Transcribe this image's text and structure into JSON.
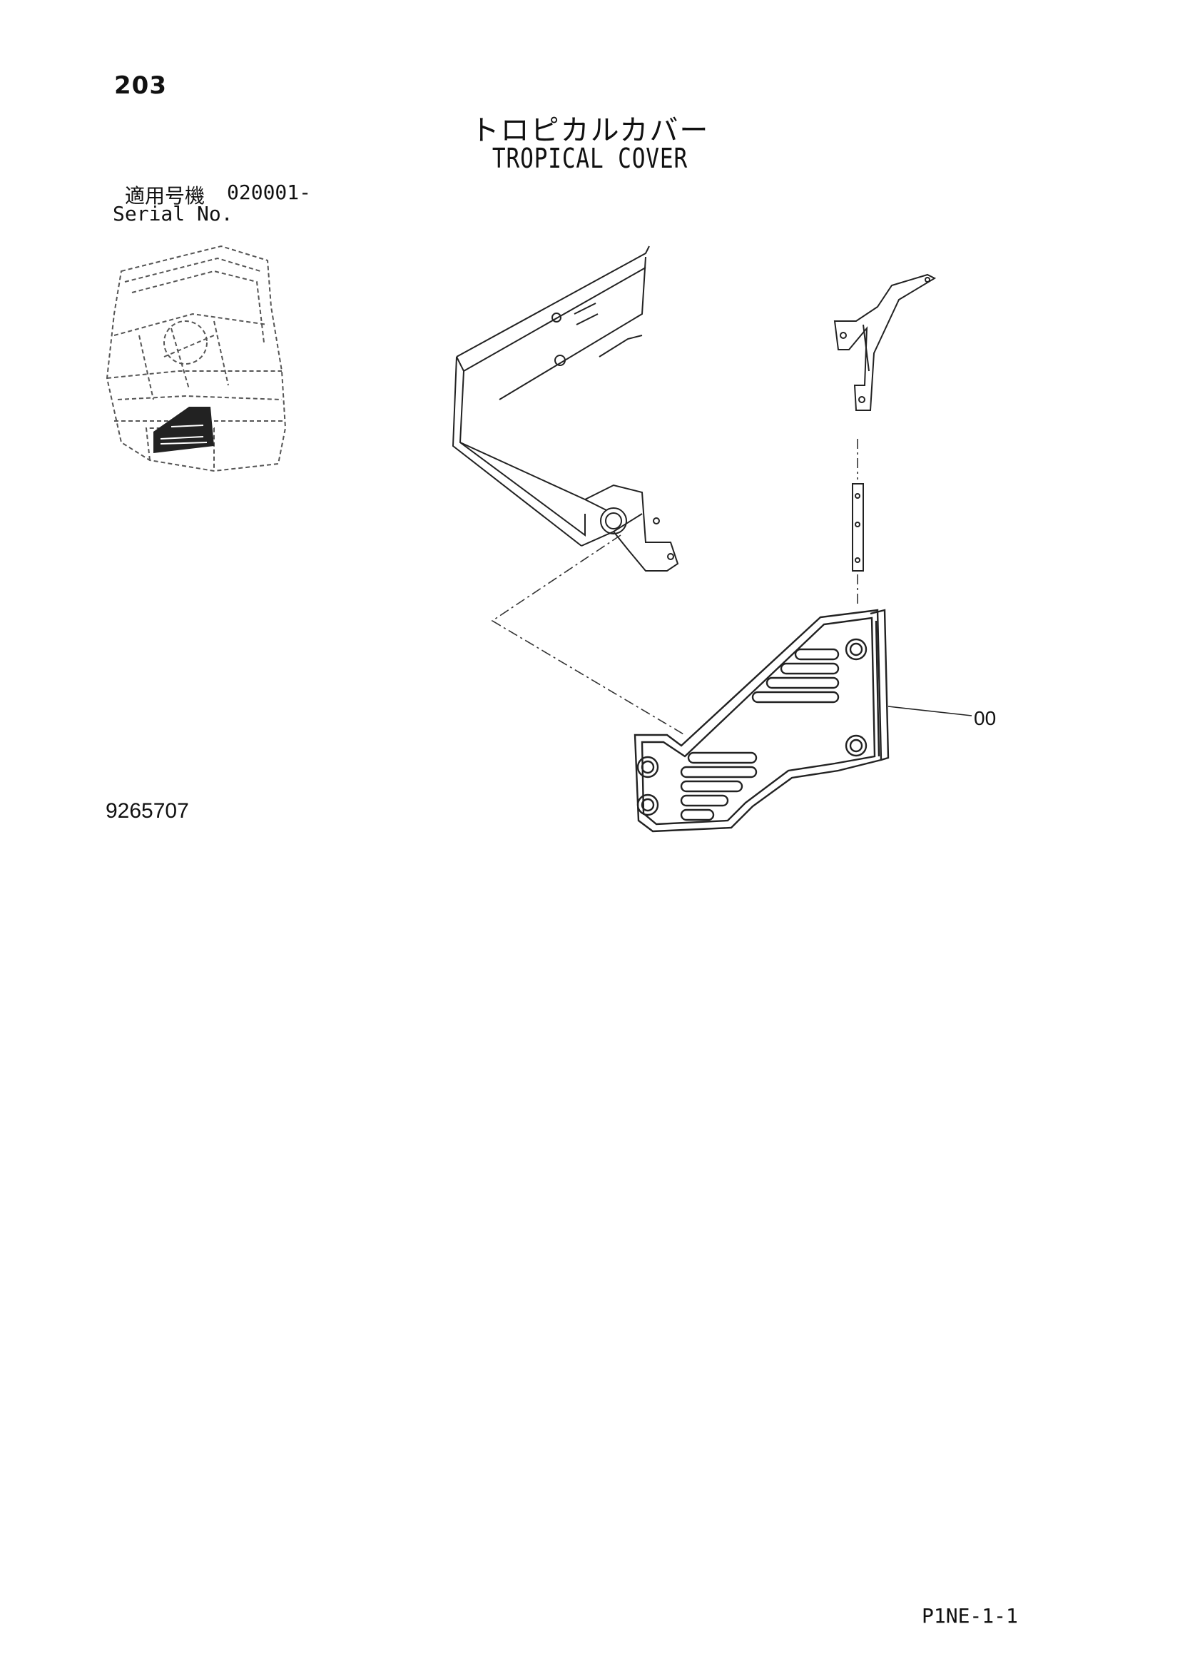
{
  "header": {
    "page_number": "203",
    "title_jp": "トロピカルカバー",
    "title_en": "TROPICAL COVER"
  },
  "serial": {
    "label_jp": "適用号機",
    "number": "020001-",
    "label_en": "Serial No."
  },
  "figure": {
    "reference_code": "9265707",
    "part_callout": "00"
  },
  "footer": {
    "page_code": "P1NE-1-1"
  }
}
